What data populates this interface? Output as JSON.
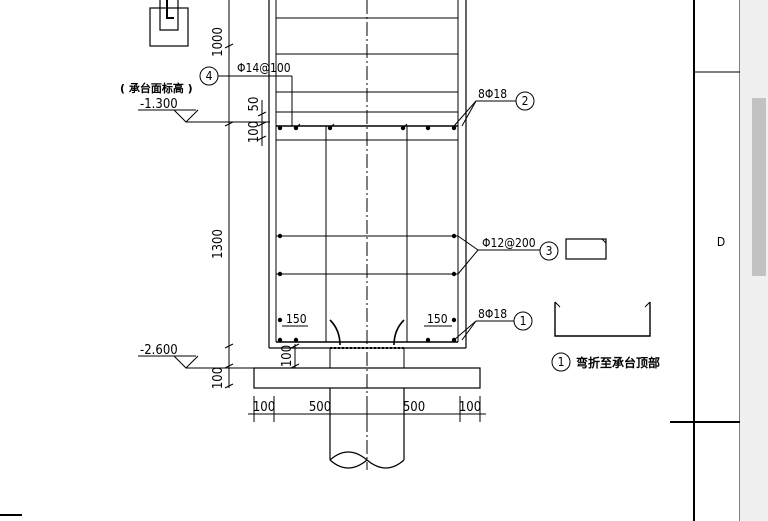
{
  "dimensions": {
    "top_height": "1000",
    "cap_50": "50",
    "cap_100": "100",
    "cap_height": "1300",
    "bottom_100_a": "100",
    "bottom_100_b": "100",
    "span_100_left": "100",
    "span_500_left": "500",
    "span_500_right": "500",
    "span_100_right": "100",
    "cover_left": "150",
    "cover_right": "150"
  },
  "elevations": {
    "cap_top_note": "( 承台面标高 )",
    "cap_top_value": "-1.300",
    "bottom_value": "-2.600"
  },
  "rebar_labels": {
    "r4_spec": "Φ14@100",
    "r4_num": "4",
    "r2_spec": "8Φ18",
    "r2_num": "2",
    "r3_spec": "Φ12@200",
    "r3_num": "3",
    "r1_spec": "8Φ18",
    "r1_num": "1"
  },
  "legend": {
    "num": "1",
    "text": "弯折至承台顶部"
  },
  "title_block": {
    "column_label": "D"
  },
  "colors": {
    "line": "#000000",
    "background": "#ffffff",
    "scrollbar_track": "#f0f0f0",
    "scrollbar_thumb": "#c2c2c2"
  }
}
